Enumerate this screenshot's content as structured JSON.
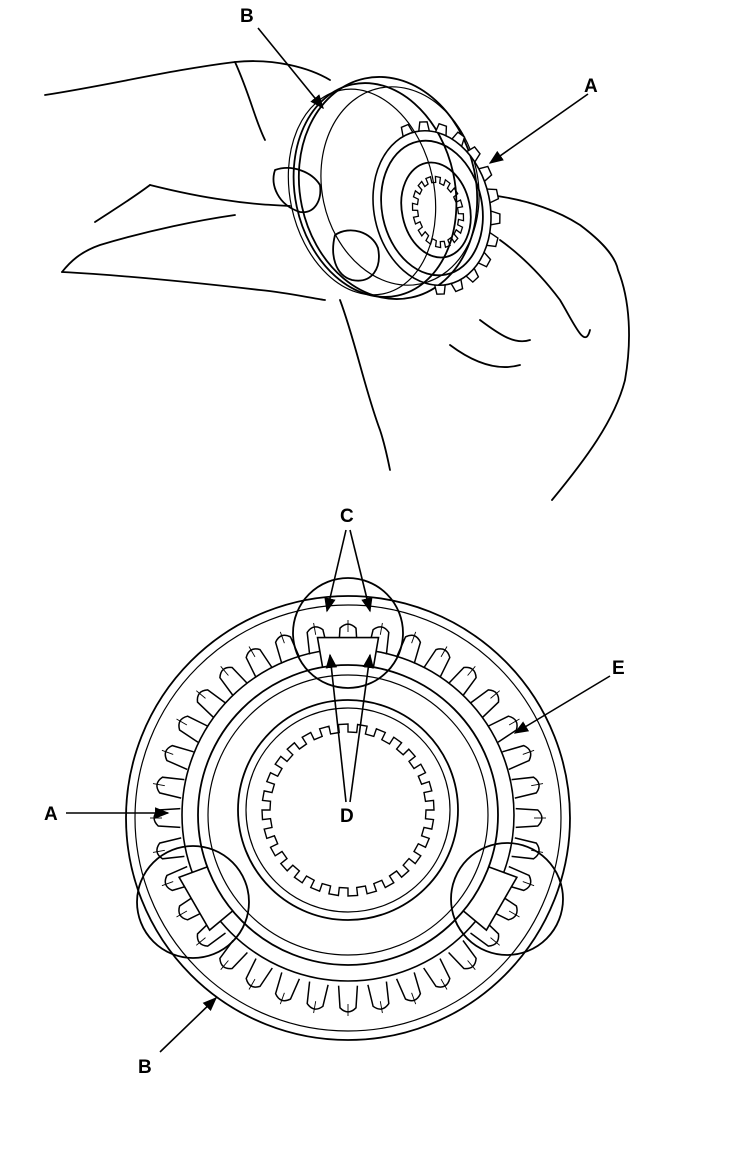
{
  "callouts": {
    "top_B": "B",
    "top_A": "A",
    "bottom_C": "C",
    "bottom_D": "D",
    "bottom_E": "E",
    "bottom_A": "A",
    "bottom_B": "B"
  }
}
